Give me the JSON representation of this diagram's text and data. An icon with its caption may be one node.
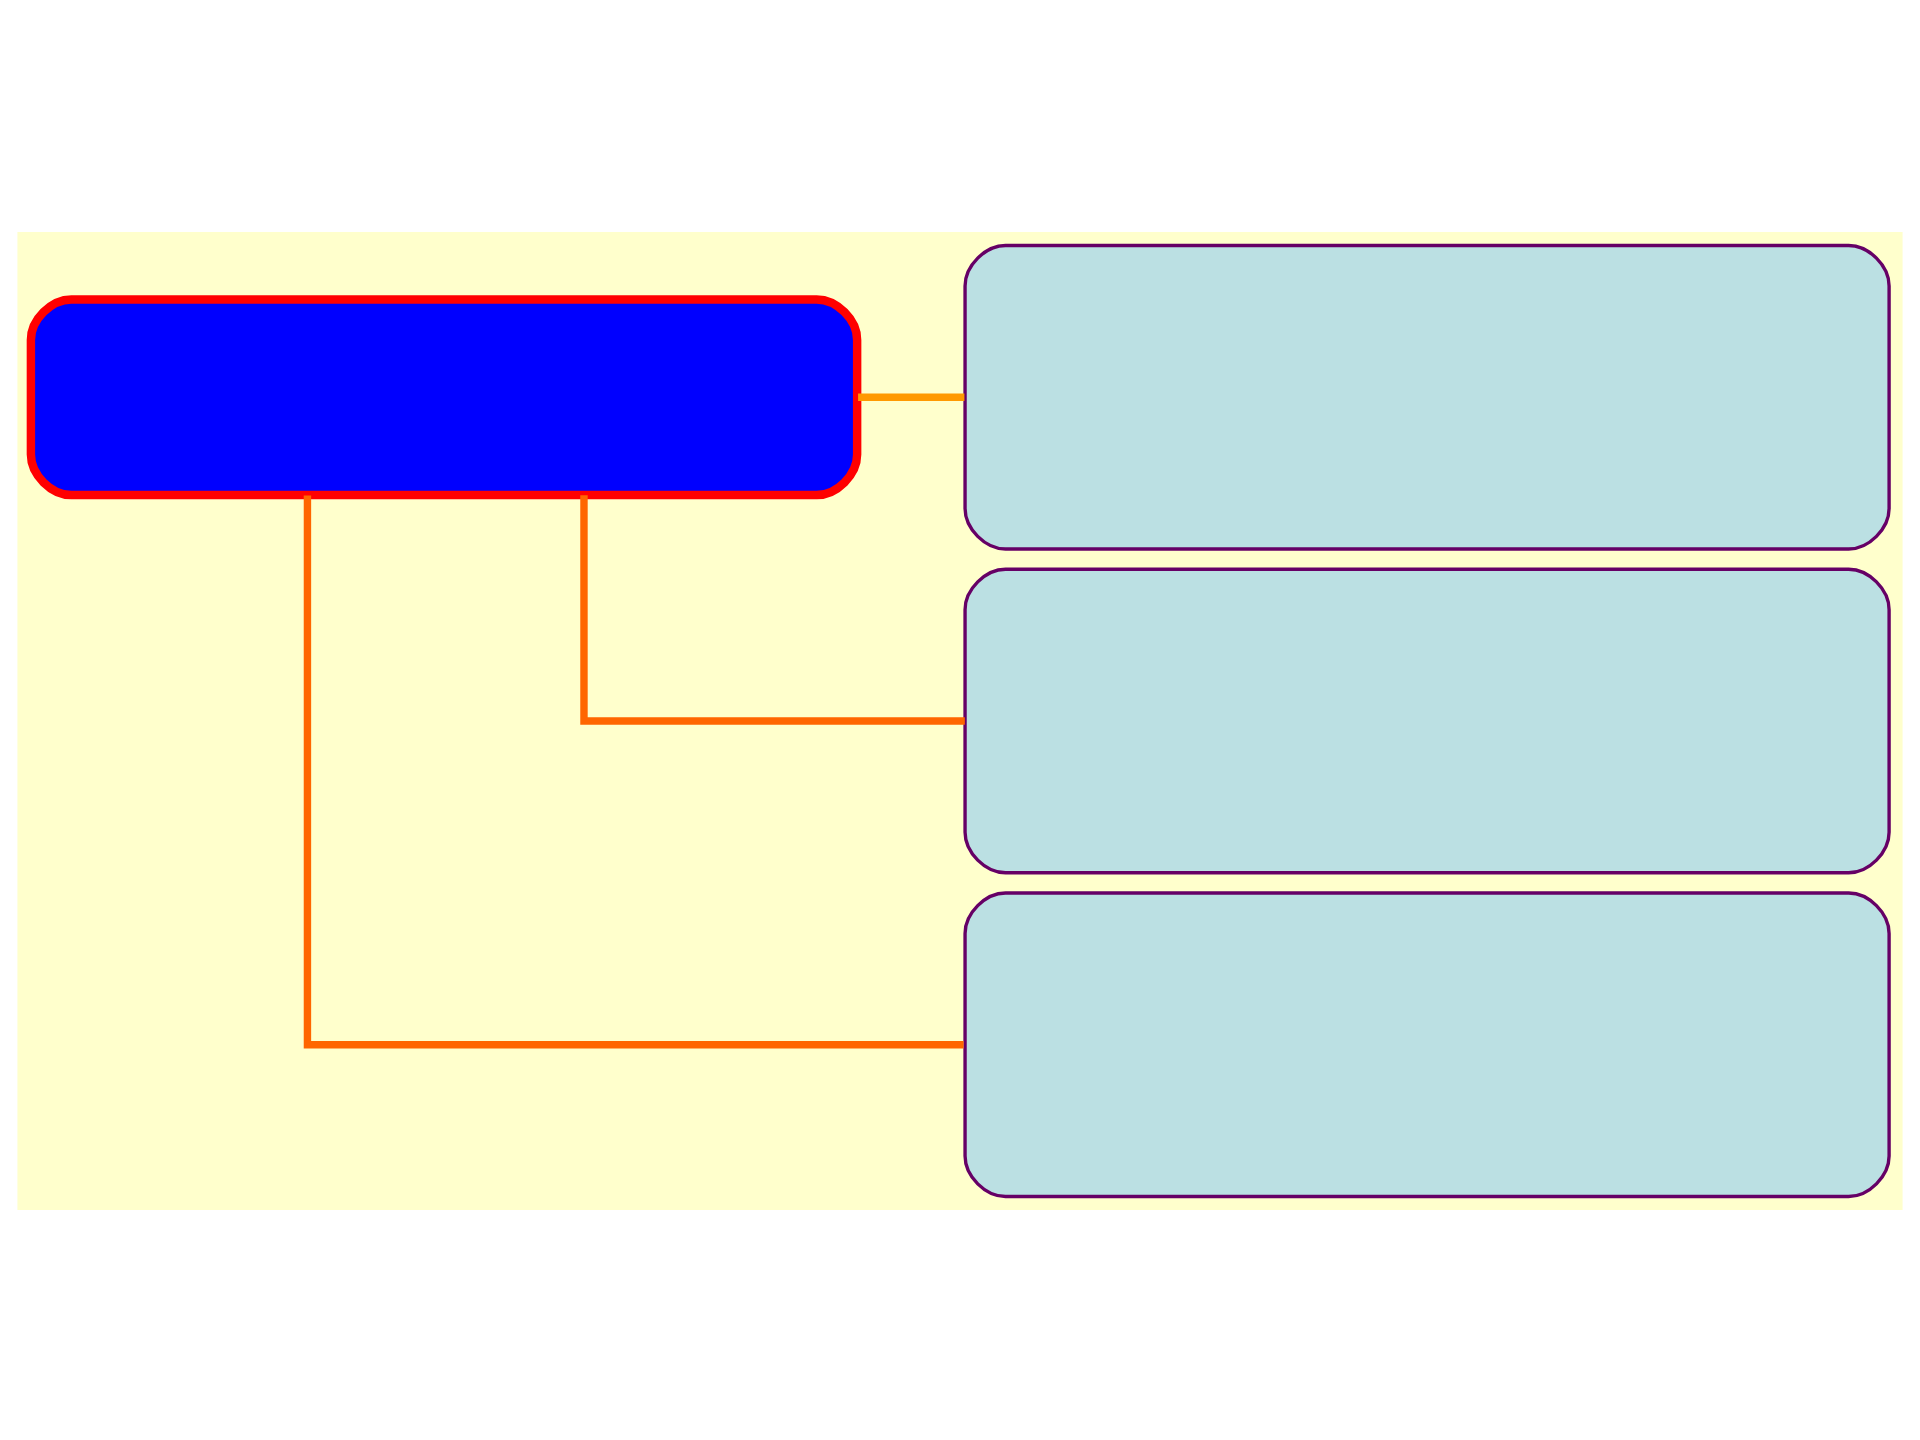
{
  "diagram": {
    "nodes": [
      {
        "text": [],
        "shape": "box"
      },
      {
        "text": [],
        "shape": "box"
      },
      {
        "text": [],
        "shape": "box"
      },
      {
        "text": [],
        "shape": "box"
      }
    ],
    "edges": [
      {
        "from": 0,
        "to": 1,
        "arrow": "none",
        "color": "#ff9900"
      },
      {
        "from": 0,
        "to": 2,
        "arrow": "none"
      },
      {
        "from": 0,
        "to": 3,
        "arrow": "none"
      }
    ]
  }
}
